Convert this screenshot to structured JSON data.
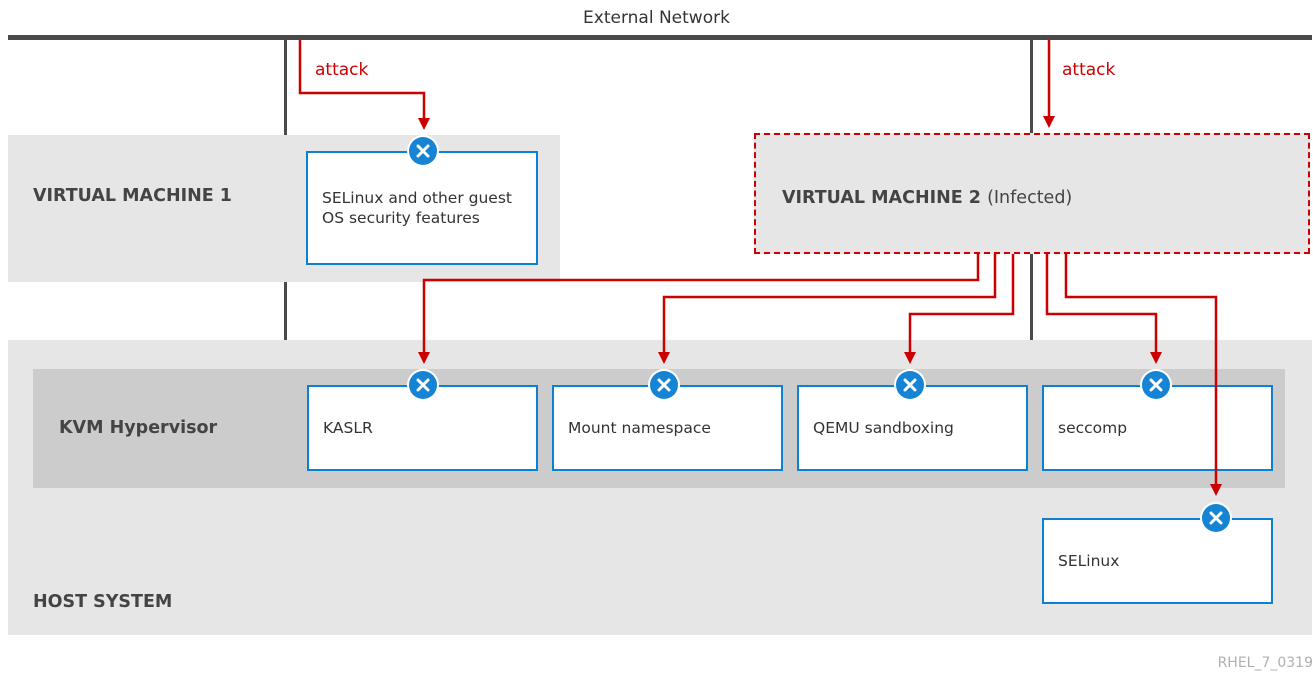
{
  "network_label": "External Network",
  "attack_labels": [
    "attack",
    "attack"
  ],
  "vm1_label": "VIRTUAL MACHINE 1",
  "vm2_label": "VIRTUAL MACHINE 2",
  "vm2_status": "(Infected)",
  "kvm_label": "KVM Hypervisor",
  "host_label": "HOST SYSTEM",
  "guest_security_lines": [
    "SELinux and other guest",
    "OS security features"
  ],
  "hypervisor_features": [
    "KASLR",
    "Mount namespace",
    "QEMU sandboxing",
    "seccomp"
  ],
  "host_feature": "SELinux",
  "watermark": "RHEL_7_0319",
  "colors": {
    "attack_arrow": "#cc0000",
    "security_box": "#0a82d4",
    "blocked_marker": "#1584d5"
  },
  "icons": {
    "blocked": "close-icon"
  }
}
